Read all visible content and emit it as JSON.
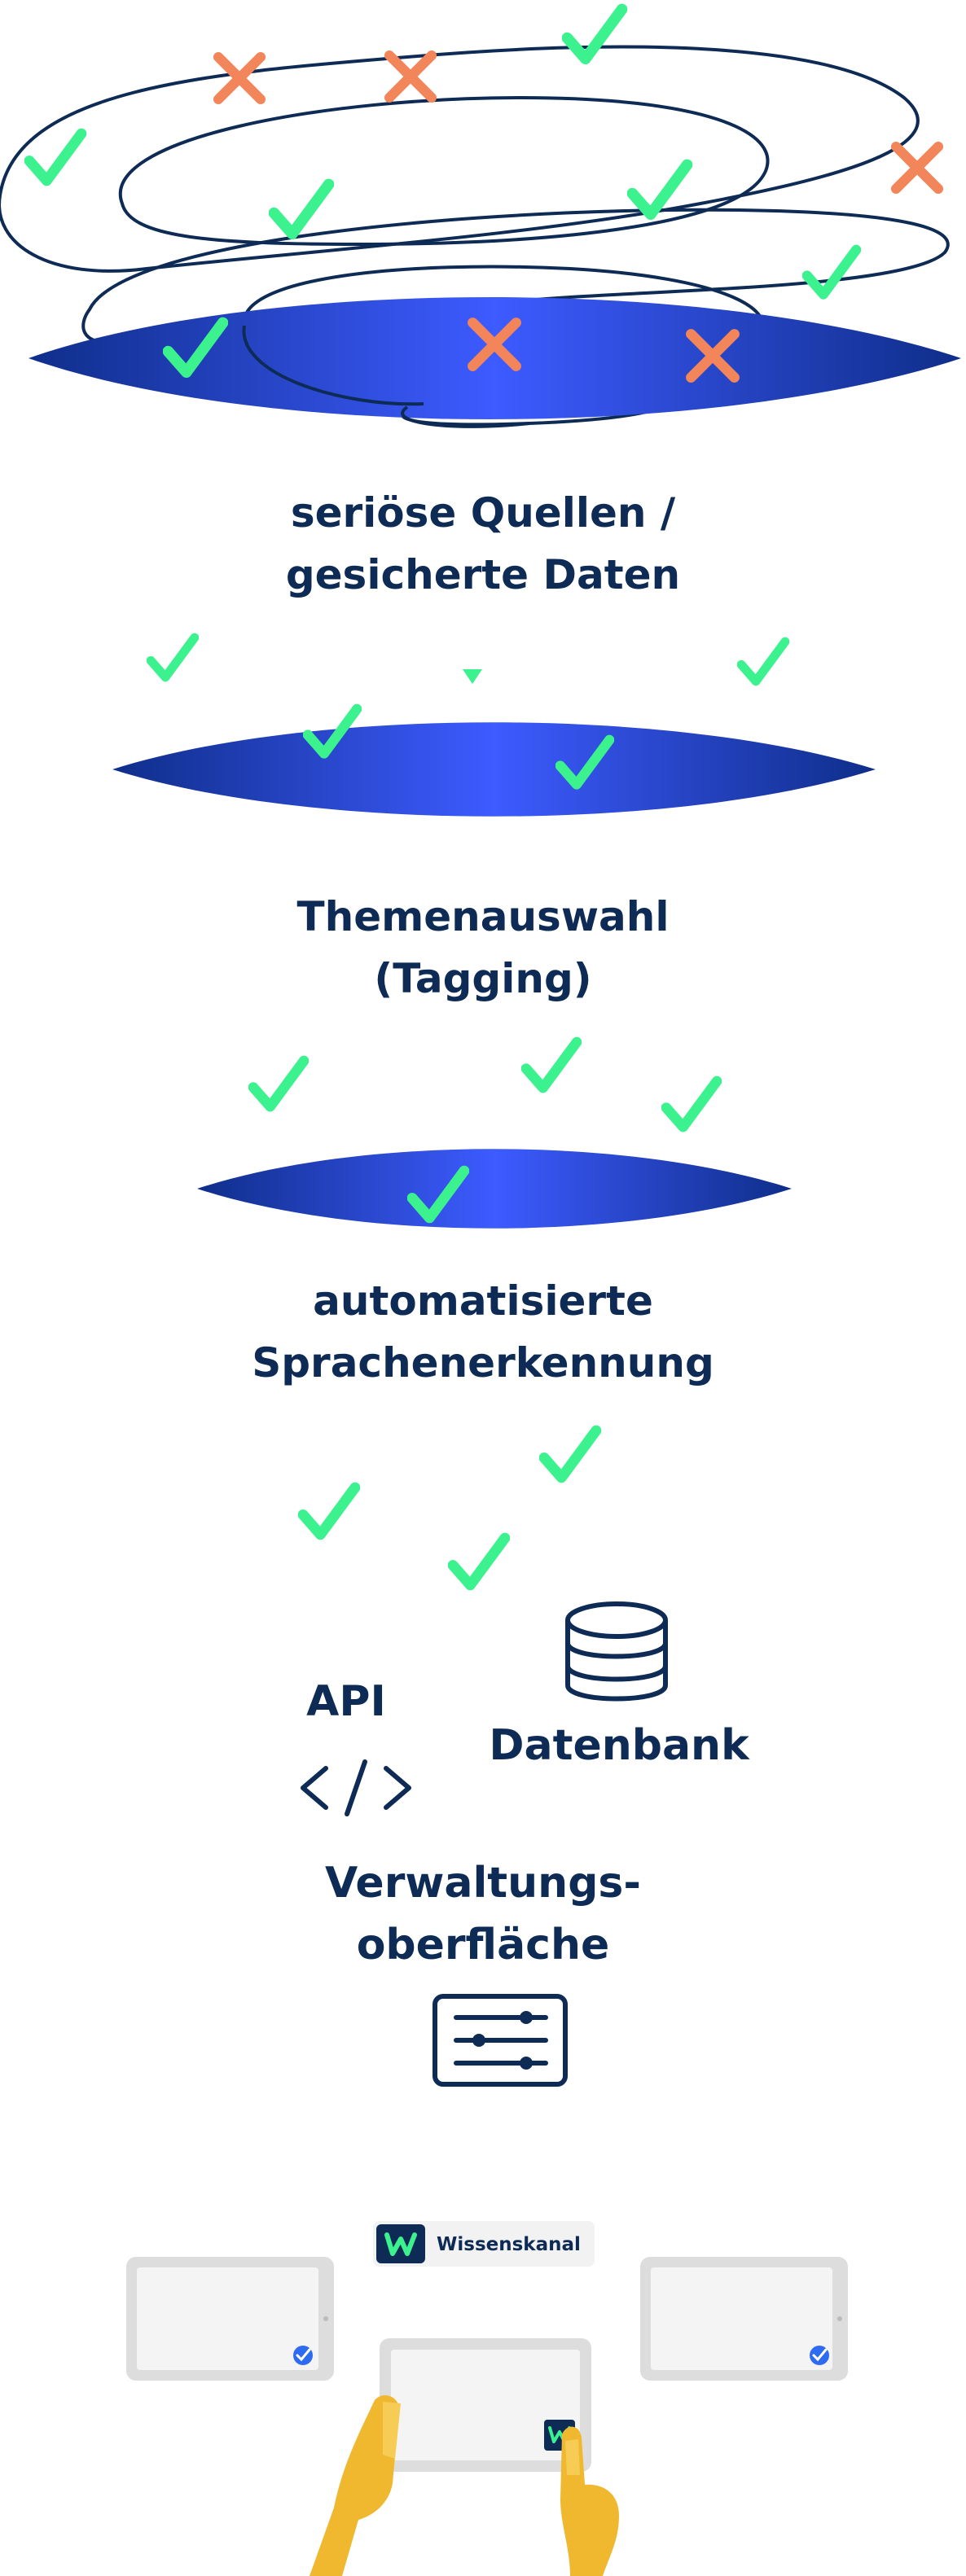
{
  "labels": {
    "sources": [
      "seriöse Quellen /",
      "gesicherte Daten"
    ],
    "topics": [
      "Themenauswahl",
      "(Tagging)"
    ],
    "language": [
      "automatisierte",
      "Sprachenerkennung"
    ],
    "api": "API",
    "database": "Datenbank",
    "admin": [
      "Verwaltungs-",
      "oberfläche"
    ]
  },
  "brand": {
    "name": "Wissenskanal"
  },
  "colors": {
    "navy": "#0d2b55",
    "check": "#3cf28f",
    "cross": "#f3855a",
    "lens_center": "#3d5bff",
    "lens_edge": "#10308f",
    "device_frame": "#d8d8d8",
    "hand": "#efb82f"
  },
  "icons": {
    "api": "code-brackets-icon",
    "database": "database-icon",
    "admin": "sliders-icon",
    "brand": "w-logo-icon",
    "verified": "verified-badge-icon"
  }
}
